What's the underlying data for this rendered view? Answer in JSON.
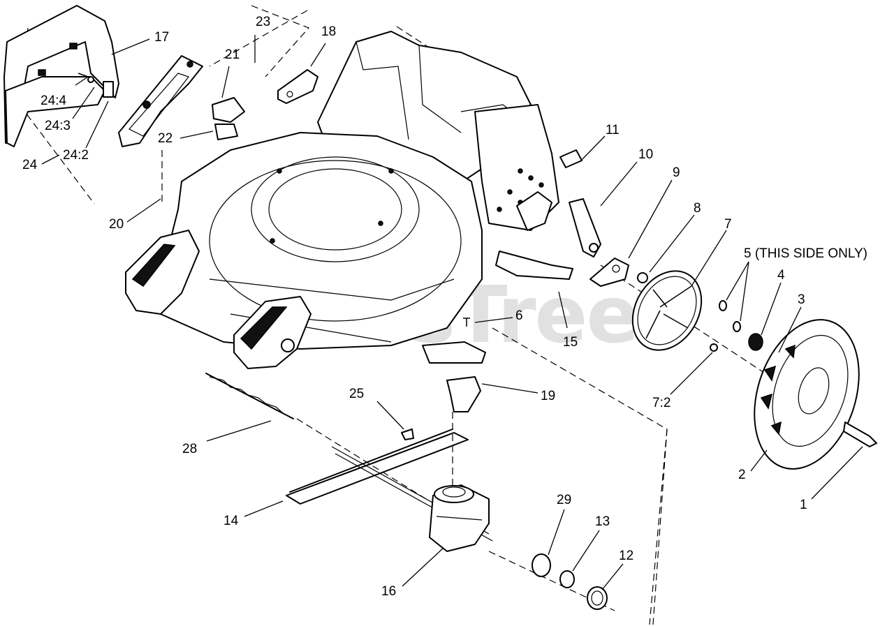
{
  "watermark": "PartsTree",
  "callouts": {
    "c1": "1",
    "c2": "2",
    "c3": "3",
    "c4": "4",
    "c5": "5 (THIS SIDE ONLY)",
    "c6": "6",
    "c7": "7",
    "c7_2": "7:2",
    "c8": "8",
    "c9": "9",
    "c10": "10",
    "c11": "11",
    "c12": "12",
    "c13": "13",
    "c14": "14",
    "c15": "15",
    "c16": "16",
    "c17": "17",
    "c18": "18",
    "c19": "19",
    "c20": "20",
    "c21": "21",
    "c22": "22",
    "c23": "23",
    "c24": "24",
    "c24_2": "24:2",
    "c24_3": "24:3",
    "c24_4": "24:4",
    "c25": "25",
    "c28": "28",
    "c29": "29"
  }
}
